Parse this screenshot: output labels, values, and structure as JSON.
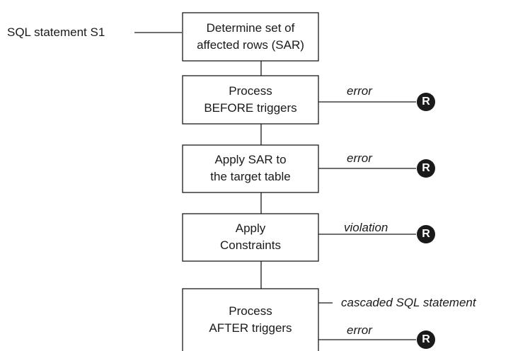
{
  "input_label": "SQL statement S1",
  "steps": [
    {
      "line1": "Determine set of",
      "line2": "affected rows (SAR)"
    },
    {
      "line1": "Process",
      "line2": "BEFORE triggers"
    },
    {
      "line1": "Apply SAR to",
      "line2": "the target table"
    },
    {
      "line1": "Apply",
      "line2": "Constraints"
    },
    {
      "line1": "Process",
      "line2": "AFTER triggers"
    }
  ],
  "branches": [
    {
      "label": "error",
      "marker": "R"
    },
    {
      "label": "error",
      "marker": "R"
    },
    {
      "label": "violation",
      "marker": "R"
    },
    {
      "label": "error",
      "marker": "R"
    }
  ],
  "cascade_label": "cascaded SQL statement"
}
